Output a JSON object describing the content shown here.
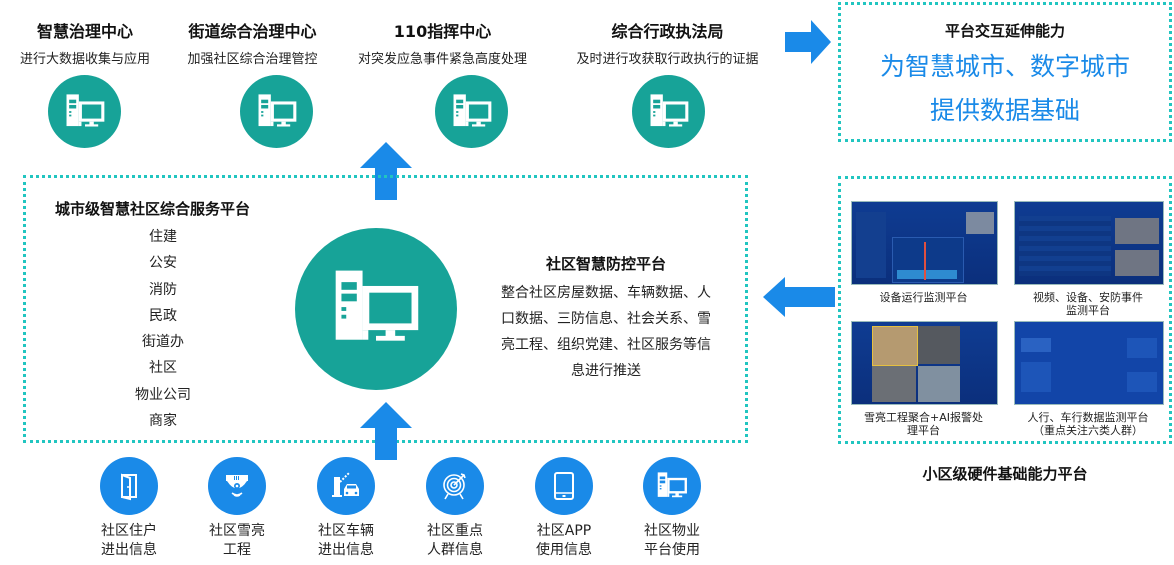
{
  "top_centers": [
    {
      "title": "智慧治理中心",
      "desc": "进行大数据收集与应用",
      "icon": "computer-icon"
    },
    {
      "title": "街道综合治理中心",
      "desc": "加强社区综合治理管控",
      "icon": "computer-icon"
    },
    {
      "title": "110指挥中心",
      "desc": "对突发应急事件紧急高度处理",
      "icon": "computer-icon"
    },
    {
      "title": "综合行政执法局",
      "desc": "及时进行攻获取行政执行的证据",
      "icon": "computer-icon"
    }
  ],
  "extension_box": {
    "title": "平台交互延伸能力",
    "line1": "为智慧城市、数字城市",
    "line2": "提供数据基础",
    "accent_color": "#1a8ae8"
  },
  "city_platform": {
    "title": "城市级智慧社区综合服务平台",
    "items": [
      "住建",
      "公安",
      "消防",
      "民政",
      "街道办",
      "社区",
      "物业公司",
      "商家"
    ]
  },
  "community_platform": {
    "title": "社区智慧防控平台",
    "desc_lines": [
      "整合社区房屋数据、车辆数据、人",
      "口数据、三防信息、社会关系、雪",
      "亮工程、组织党建、社区服务等信",
      "息进行推送"
    ]
  },
  "hardware_platform": {
    "title": "小区级硬件基础能力平台",
    "screens": [
      {
        "caption_lines": [
          "设备运行监测平台"
        ]
      },
      {
        "caption_lines": [
          "视频、设备、安防事件",
          "监测平台"
        ]
      },
      {
        "caption_lines": [
          "雪亮工程聚合+AI报警处",
          "理平台"
        ]
      },
      {
        "caption_lines": [
          "人行、车行数据监测平台",
          "（重点关注六类人群）"
        ]
      }
    ]
  },
  "bottom_sources": [
    {
      "lines": [
        "社区住户",
        "进出信息"
      ],
      "icon": "door-icon"
    },
    {
      "lines": [
        "社区雪亮",
        "工程"
      ],
      "icon": "camera-icon"
    },
    {
      "lines": [
        "社区车辆",
        "进出信息"
      ],
      "icon": "car-gate-icon"
    },
    {
      "lines": [
        "社区重点",
        "人群信息"
      ],
      "icon": "target-icon"
    },
    {
      "lines": [
        "社区APP",
        "使用信息"
      ],
      "icon": "tablet-icon"
    },
    {
      "lines": [
        "社区物业",
        "平台使用"
      ],
      "icon": "computer-icon"
    }
  ],
  "colors": {
    "teal": "#17a398",
    "blue": "#1a8ae8",
    "dotted_border": "#21c5c0"
  }
}
